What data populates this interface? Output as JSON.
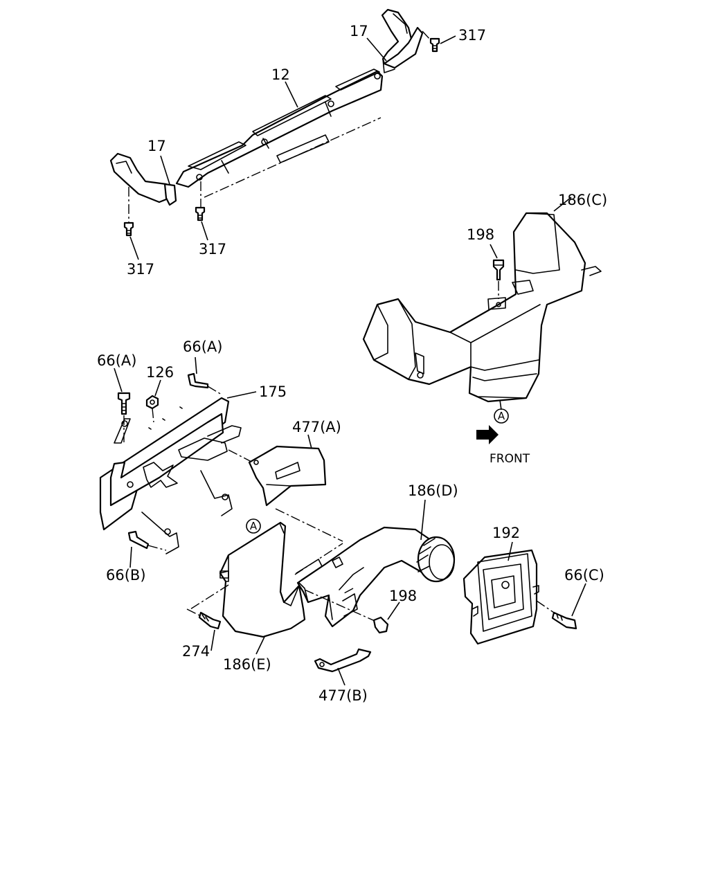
{
  "callouts": {
    "c17_top": "17",
    "c317_top": "317",
    "c12": "12",
    "c17_left": "17",
    "c317_mid": "317",
    "c317_left": "317",
    "c186c": "186(C)",
    "c198_top": "198",
    "c66a_left": "66(A)",
    "c66a_mid": "66(A)",
    "c126": "126",
    "c175": "175",
    "c477a": "477(A)",
    "c186d": "186(D)",
    "c192": "192",
    "c66c": "66(C)",
    "c66b": "66(B)",
    "c198_bot": "198",
    "c274": "274",
    "c186e": "186(E)",
    "c477b": "477(B)"
  },
  "markers": {
    "marker_a_upper": "A",
    "marker_a_lower": "A"
  },
  "direction": {
    "front_label": "FRONT",
    "arrow_icon": "front-arrow-icon"
  }
}
